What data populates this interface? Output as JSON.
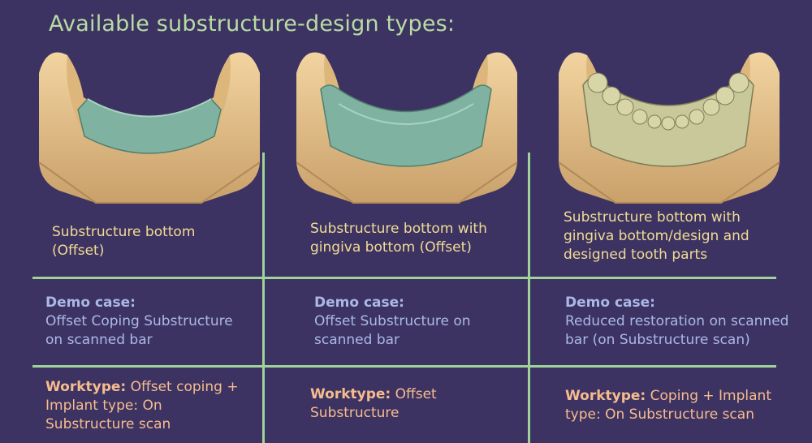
{
  "title": "Available substructure-design types:",
  "columns": [
    {
      "caption": [
        "Substructure bottom",
        "(Offset)"
      ],
      "demo_heading": "Demo case:",
      "demo_lines": [
        "Offset Coping Substructure",
        "on scanned bar"
      ],
      "worktype_label": "Worktype:",
      "worktype_lines": [
        " Offset coping +",
        "Implant type: On",
        "Substructure scan"
      ]
    },
    {
      "caption": [
        "Substructure bottom with",
        "gingiva bottom (Offset)"
      ],
      "demo_heading": "Demo case:",
      "demo_lines": [
        "Offset Substructure on",
        "scanned bar"
      ],
      "worktype_label": "Worktype:",
      "worktype_lines": [
        " Offset",
        "Substructure"
      ]
    },
    {
      "caption": [
        "Substructure bottom with",
        "gingiva bottom/design and",
        "designed tooth parts"
      ],
      "demo_heading": "Demo case:",
      "demo_lines": [
        "Reduced restoration on scanned",
        "bar (on Substructure scan)"
      ],
      "worktype_label": "Worktype:",
      "worktype_lines": [
        " Coping + Implant",
        "type: On Substructure scan"
      ]
    }
  ],
  "colors": {
    "background": "#3d3362",
    "title": "#b8dca4",
    "grid": "#9fd39a",
    "caption": "#f0dc94",
    "demo": "#aab8e6",
    "worktype": "#f6bc8e",
    "model_base": "#e8c48e",
    "substructure_green": "#7fb2a0",
    "teeth": "#c9c89a"
  }
}
